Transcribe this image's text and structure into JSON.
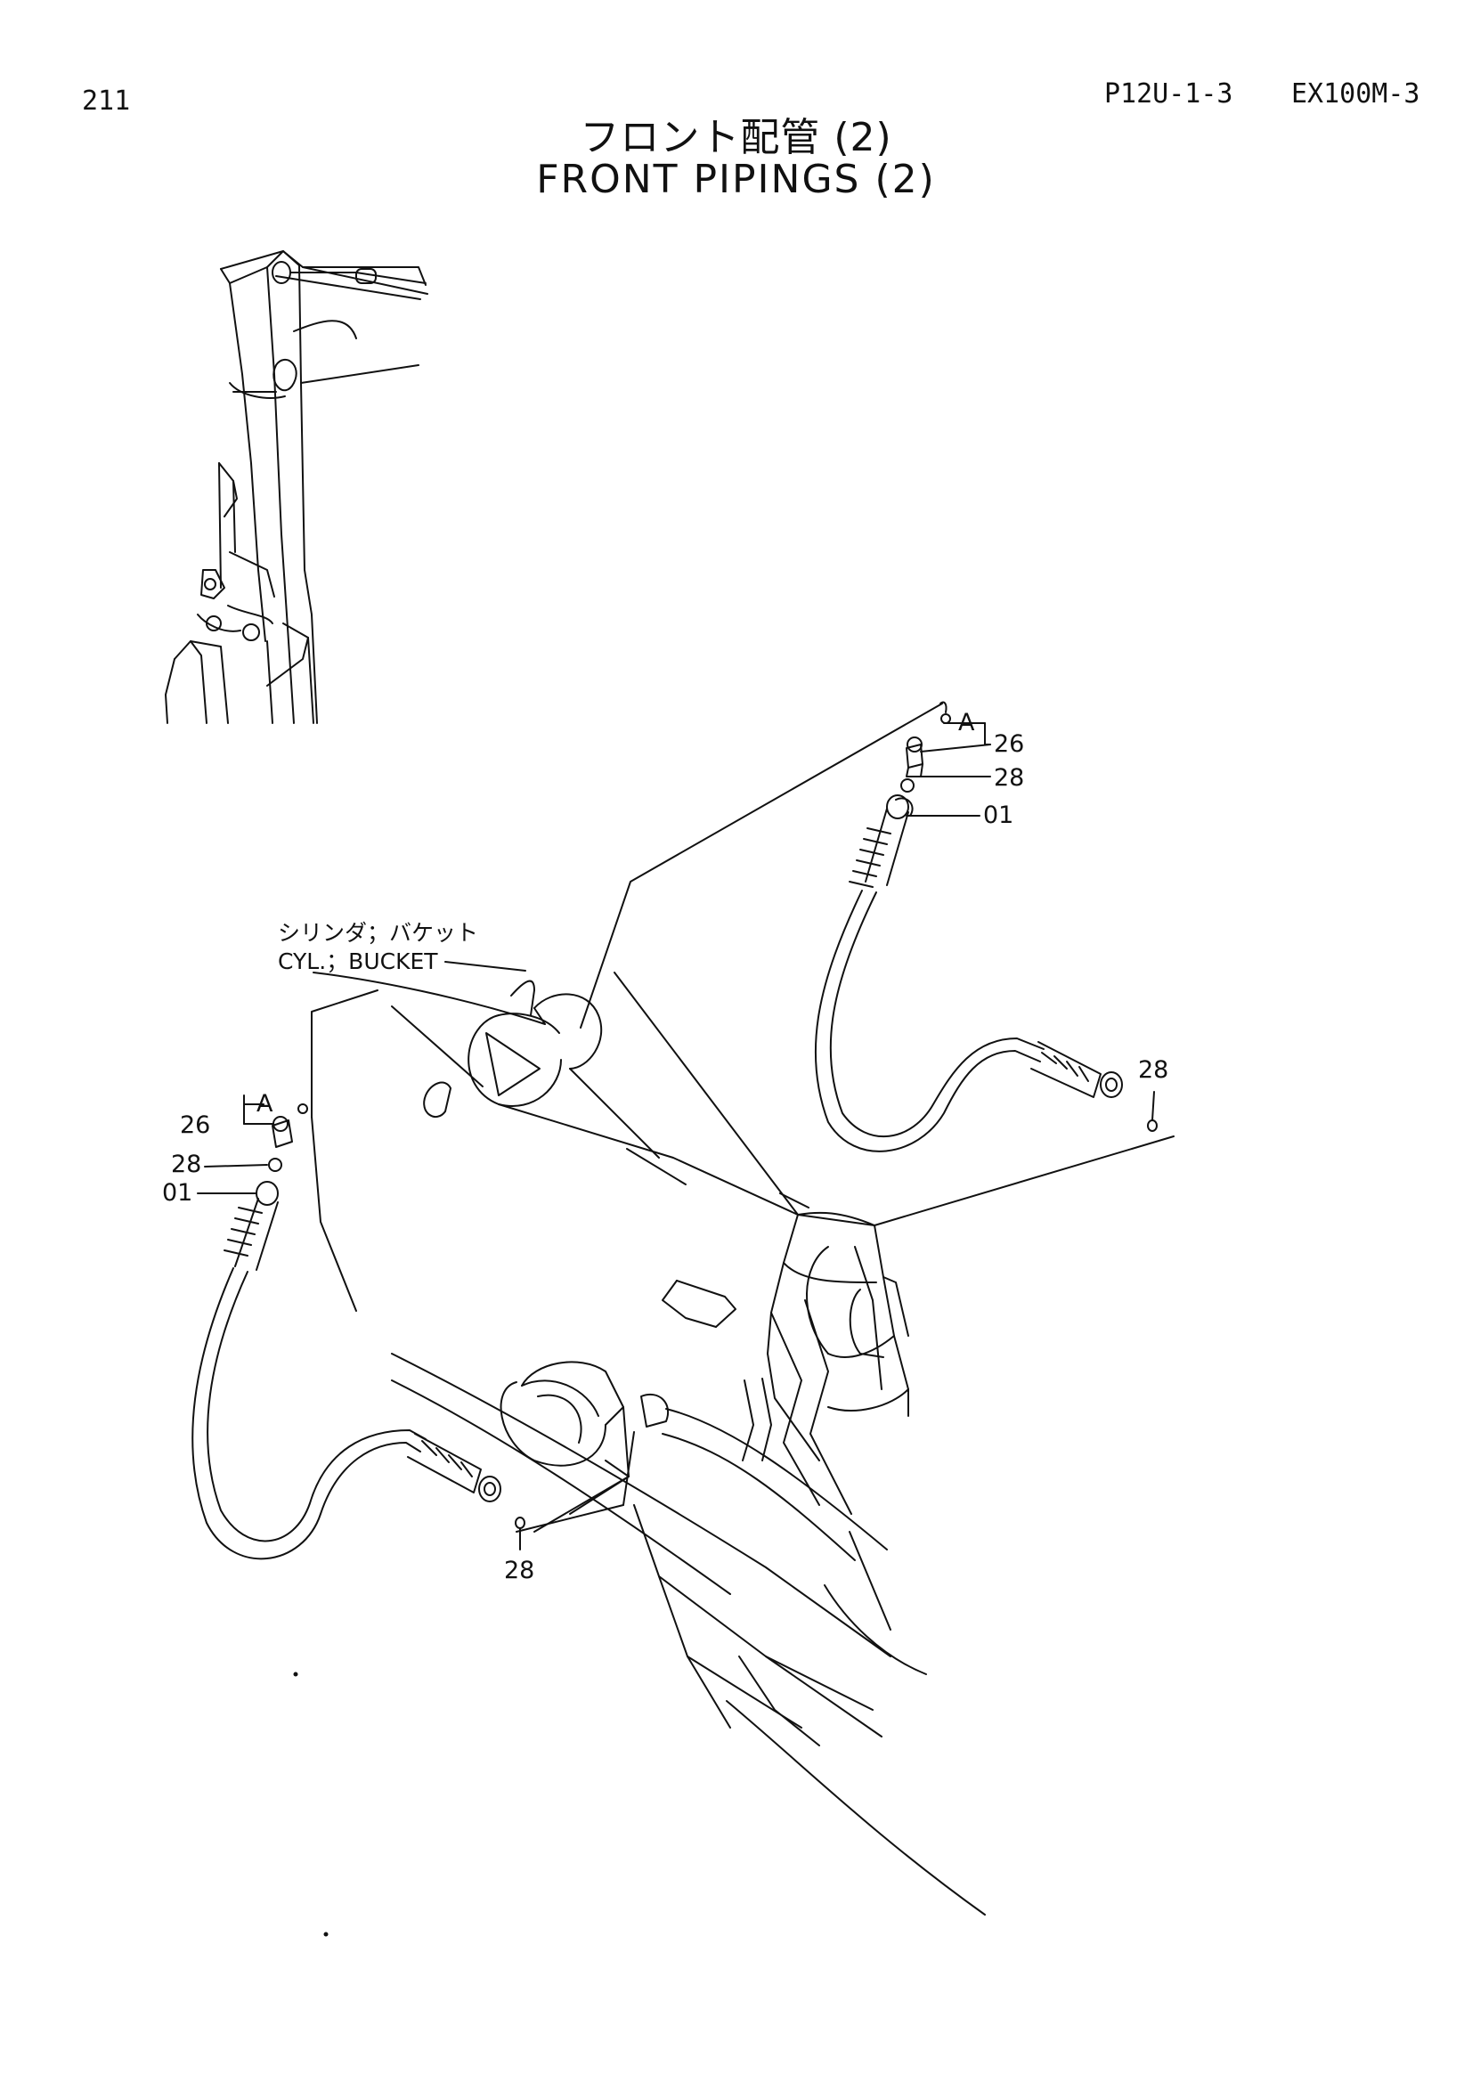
{
  "header": {
    "page_number": "211",
    "figure_code": "P12U-1-3",
    "model": "EX100M-3"
  },
  "title": {
    "japanese": "フロント配管 (2)",
    "english": "FRONT PIPINGS (2)"
  },
  "component_label": {
    "japanese": "シリンダ；バケット",
    "english": "CYL.；BUCKET"
  },
  "callouts": {
    "right": {
      "detail": "A",
      "fitting": "26",
      "oring_top": "28",
      "hose": "01",
      "oring_end": "28"
    },
    "left": {
      "detail": "A",
      "fitting": "26",
      "oring_top": "28",
      "hose": "01",
      "oring_end": "28"
    }
  },
  "colors": {
    "ink": "#111111",
    "paper": "#ffffff"
  }
}
